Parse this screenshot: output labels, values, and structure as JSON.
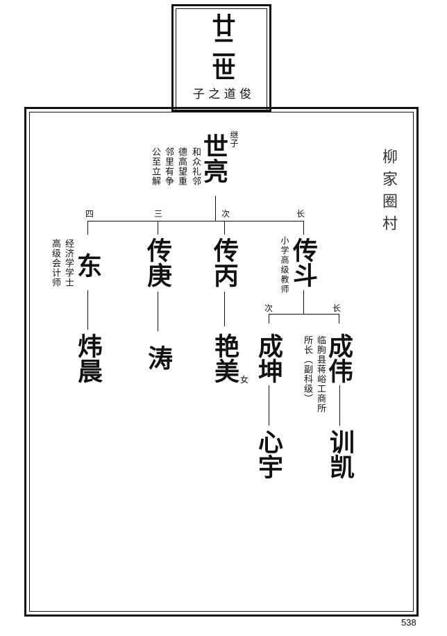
{
  "header": {
    "generation": "廿二世",
    "generation_chars": "子 之 道 俊"
  },
  "village": "柳家圈村",
  "root": {
    "name": "世亮",
    "tag": "继子",
    "notes": [
      "和众礼邻",
      "德高望重",
      "邻里有争",
      "公至立解"
    ]
  },
  "children": [
    {
      "order": "长",
      "name": "传斗",
      "notes": [
        "小学高级教师"
      ]
    },
    {
      "order": "次",
      "name": "传丙"
    },
    {
      "order": "三",
      "name": "传庚"
    },
    {
      "order": "四",
      "name": "东",
      "notes": [
        "经济学学士",
        "高级会计师"
      ]
    }
  ],
  "grandchildren": {
    "dong": {
      "name": "炜晨"
    },
    "chuangeng": {
      "name": "涛"
    },
    "chuanbing": {
      "name": "艳美",
      "tag": "女"
    },
    "chuandou": [
      {
        "order": "长",
        "name": "成伟",
        "notes": [
          "临朐县蒋峪工商所",
          "所长（副科级）"
        ],
        "child": "训凯"
      },
      {
        "order": "次",
        "name": "成坤",
        "child": "心宇"
      }
    ]
  },
  "page_number": "538"
}
